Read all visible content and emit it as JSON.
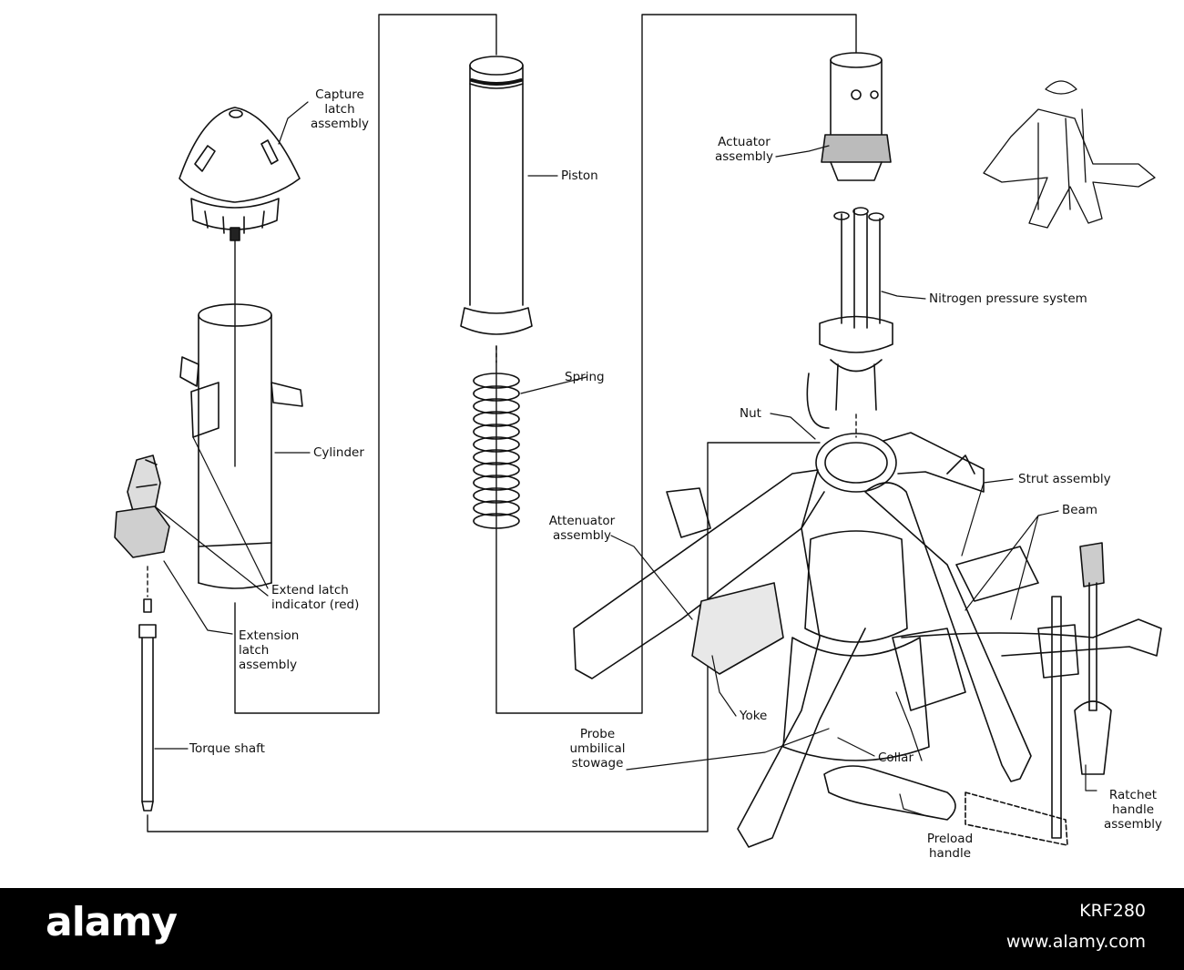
{
  "labels": {
    "capture_latch": "Capture\nlatch\nassembly",
    "piston": "Piston",
    "actuator": "Actuator\nassembly",
    "nitrogen": "Nitrogen pressure system",
    "spring": "Spring",
    "cylinder": "Cylinder",
    "nut": "Nut",
    "strut": "Strut assembly",
    "beam": "Beam",
    "attenuator": "Attenuator\nassembly",
    "extend_latch": "Extend latch\nindicator (red)",
    "extension_latch": "Extension\nlatch\nassembly",
    "yoke": "Yoke",
    "probe_umbilical": "Probe\numbilical\nstowage",
    "collar": "Collar",
    "torque_shaft": "Torque shaft",
    "ratchet": "Ratchet\nhandle\nassembly",
    "preload": "Preload\nhandle"
  },
  "footer": {
    "brand": "alamy",
    "photo_id": "KRF280",
    "site": "www.alamy.com"
  },
  "colors": {
    "ink": "#111111",
    "footer_bg": "#000000",
    "footer_text": "#ffffff"
  }
}
